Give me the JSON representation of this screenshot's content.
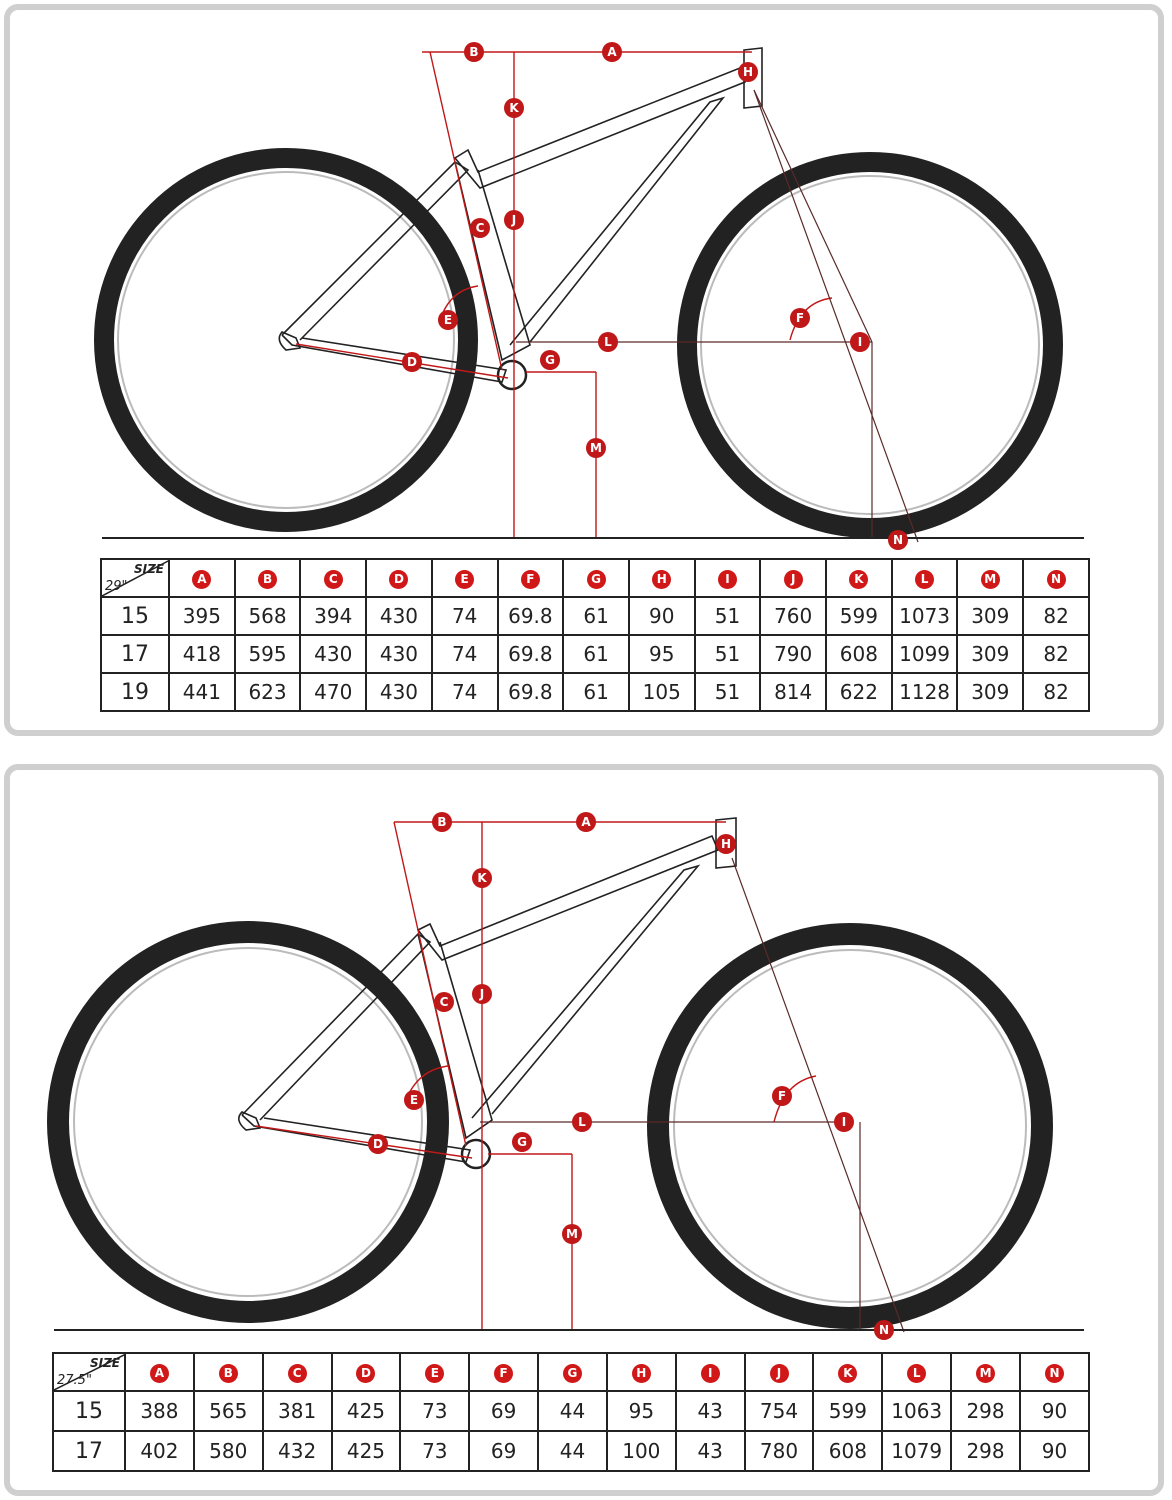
{
  "colors": {
    "accent": "#d01818",
    "line": "#222222",
    "panel_border": "#cfcfcf",
    "cable": "#1aa7a7"
  },
  "markers": {
    "A": "A",
    "B": "B",
    "C": "C",
    "D": "D",
    "E": "E",
    "F": "F",
    "G": "G",
    "H": "H",
    "I": "I",
    "J": "J",
    "K": "K",
    "L": "L",
    "M": "M",
    "N": "N"
  },
  "charts": [
    {
      "size_label": "SIZE",
      "wheel_label": "29\"",
      "columns": [
        "A",
        "B",
        "C",
        "D",
        "E",
        "F",
        "G",
        "H",
        "I",
        "J",
        "K",
        "L",
        "M",
        "N"
      ],
      "rows": [
        {
          "size": "15",
          "values": [
            "395",
            "568",
            "394",
            "430",
            "74",
            "69.8",
            "61",
            "90",
            "51",
            "760",
            "599",
            "1073",
            "309",
            "82"
          ]
        },
        {
          "size": "17",
          "values": [
            "418",
            "595",
            "430",
            "430",
            "74",
            "69.8",
            "61",
            "95",
            "51",
            "790",
            "608",
            "1099",
            "309",
            "82"
          ]
        },
        {
          "size": "19",
          "values": [
            "441",
            "623",
            "470",
            "430",
            "74",
            "69.8",
            "61",
            "105",
            "51",
            "814",
            "622",
            "1128",
            "309",
            "82"
          ]
        }
      ]
    },
    {
      "size_label": "SIZE",
      "wheel_label": "27.5\"",
      "columns": [
        "A",
        "B",
        "C",
        "D",
        "E",
        "F",
        "G",
        "H",
        "I",
        "J",
        "K",
        "L",
        "M",
        "N"
      ],
      "rows": [
        {
          "size": "15",
          "values": [
            "388",
            "565",
            "381",
            "425",
            "73",
            "69",
            "44",
            "95",
            "43",
            "754",
            "599",
            "1063",
            "298",
            "90"
          ]
        },
        {
          "size": "17",
          "values": [
            "402",
            "580",
            "432",
            "425",
            "73",
            "69",
            "44",
            "100",
            "43",
            "780",
            "608",
            "1079",
            "298",
            "90"
          ]
        }
      ]
    }
  ]
}
